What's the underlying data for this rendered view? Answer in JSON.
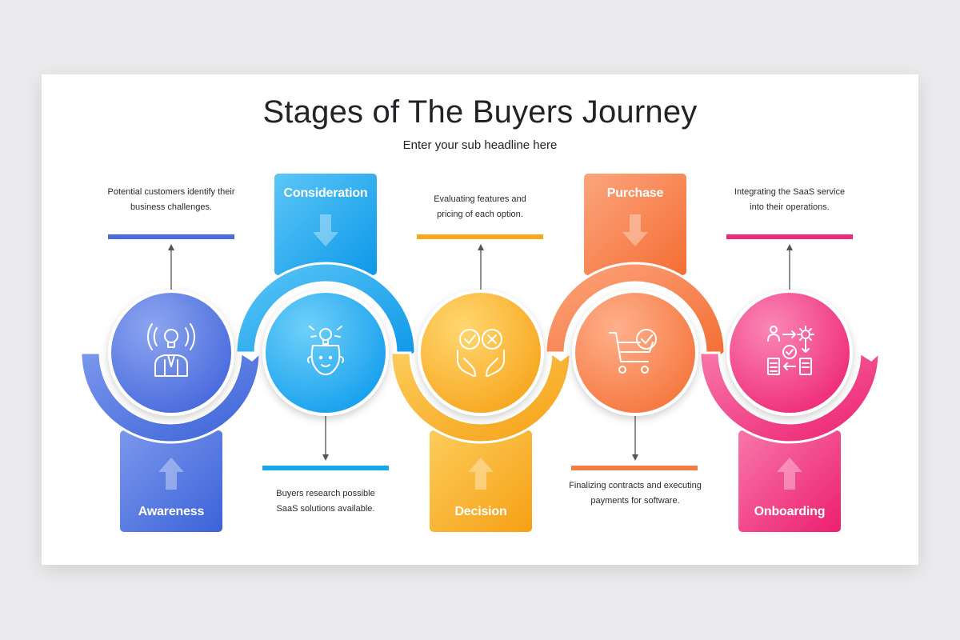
{
  "title": "Stages of The Buyers Journey",
  "subtitle": "Enter your sub headline here",
  "stages": [
    {
      "label": "Awareness",
      "description": "Potential customers identify their business challenges.",
      "color": "#4a6fdc",
      "icon": "lightbulb-person-icon"
    },
    {
      "label": "Consideration",
      "description": "Buyers research possible SaaS solutions available.",
      "color": "#19a7ec",
      "icon": "thinking-person-icon"
    },
    {
      "label": "Decision",
      "description": "Evaluating features and pricing of each option.",
      "color": "#f7a81c",
      "icon": "check-cross-hands-icon"
    },
    {
      "label": "Purchase",
      "description": "Finalizing contracts and executing payments for software.",
      "color": "#f57c45",
      "icon": "shopping-cart-icon"
    },
    {
      "label": "Onboarding",
      "description": "Integrating the SaaS service into their operations.",
      "color": "#ee2b7a",
      "icon": "workflow-icon"
    }
  ]
}
